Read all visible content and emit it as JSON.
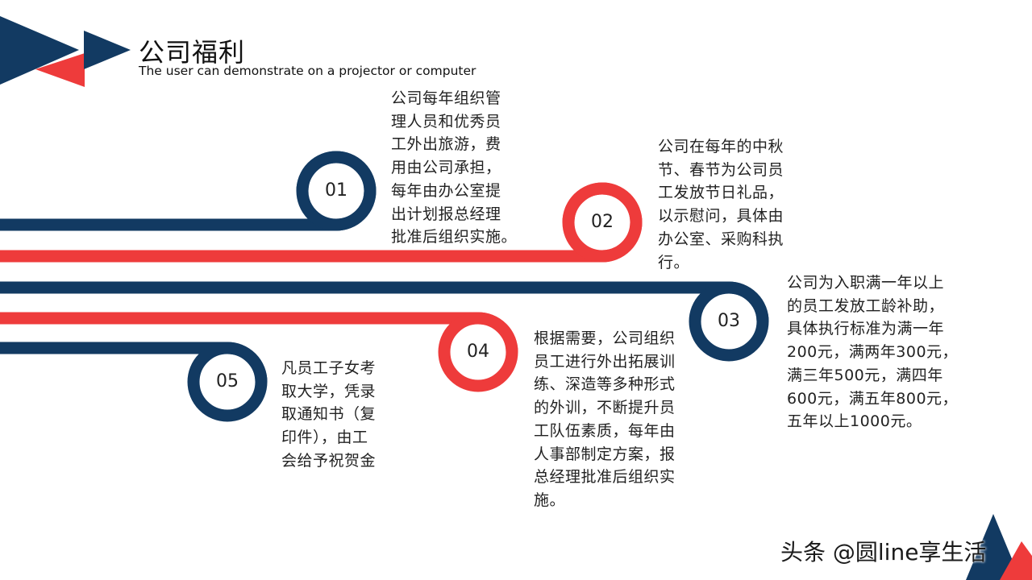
{
  "header": {
    "title": "公司福利",
    "subtitle": "The user can demonstrate on a projector or computer"
  },
  "colors": {
    "navy": "#123A62",
    "red": "#EE3B3B"
  },
  "items": [
    {
      "num": "01",
      "color": "navy",
      "text": "公司每年组织管\n理人员和优秀员\n工外出旅游，费\n用由公司承担，\n每年由办公室提\n出计划报总经理\n批准后组织实施。"
    },
    {
      "num": "02",
      "color": "red",
      "text": "公司在每年的中秋\n节、春节为公司员\n工发放节日礼品，\n以示慰问，具体由\n办公室、采购科执\n行。"
    },
    {
      "num": "03",
      "color": "navy",
      "text": "公司为入职满一年以上\n的员工发放工龄补助，\n具体执行标准为满一年\n200元，满两年300元，\n满三年500元，满四年\n600元，满五年800元，\n五年以上1000元。"
    },
    {
      "num": "04",
      "color": "red",
      "text": "根据需要，公司组织\n员工进行外出拓展训\n练、深造等多种形式\n的外训，不断提升员\n工队伍素质，每年由\n人事部制定方案，报\n总经理批准后组织实\n施。"
    },
    {
      "num": "05",
      "color": "navy",
      "text": "凡员工子女考\n取大学，凭录\n取通知书（复\n印件），由工\n会给予祝贺金"
    }
  ],
  "watermark": "头条 @圆line享生活"
}
